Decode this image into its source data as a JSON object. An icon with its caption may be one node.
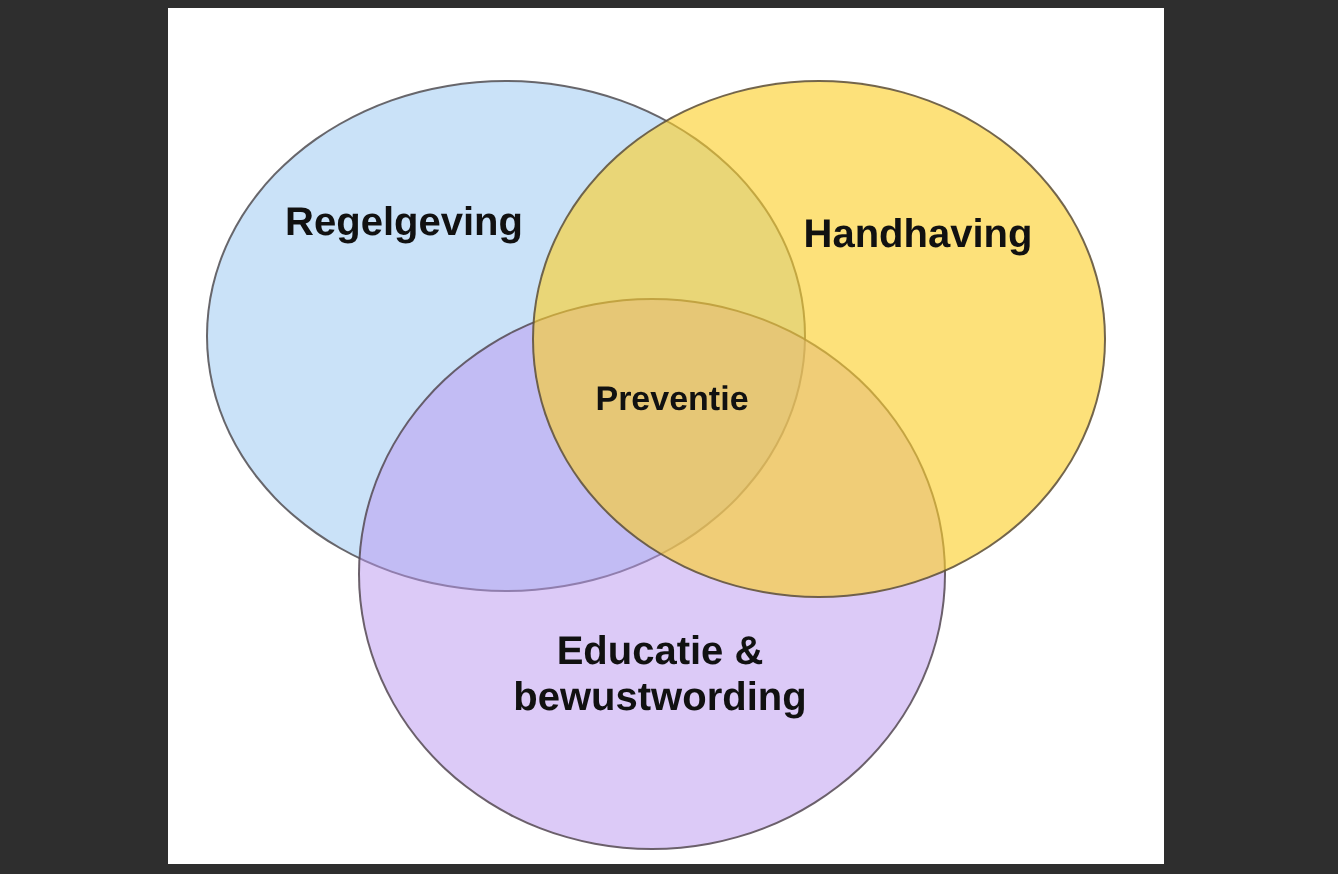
{
  "diagram": {
    "nodes": [
      {
        "text": [
          "Regelgeving"
        ]
      },
      {
        "text": [
          "Handhaving"
        ]
      },
      {
        "text": [
          "Educatie & bewustwording"
        ]
      }
    ],
    "labels": [
      "Preventie"
    ]
  }
}
